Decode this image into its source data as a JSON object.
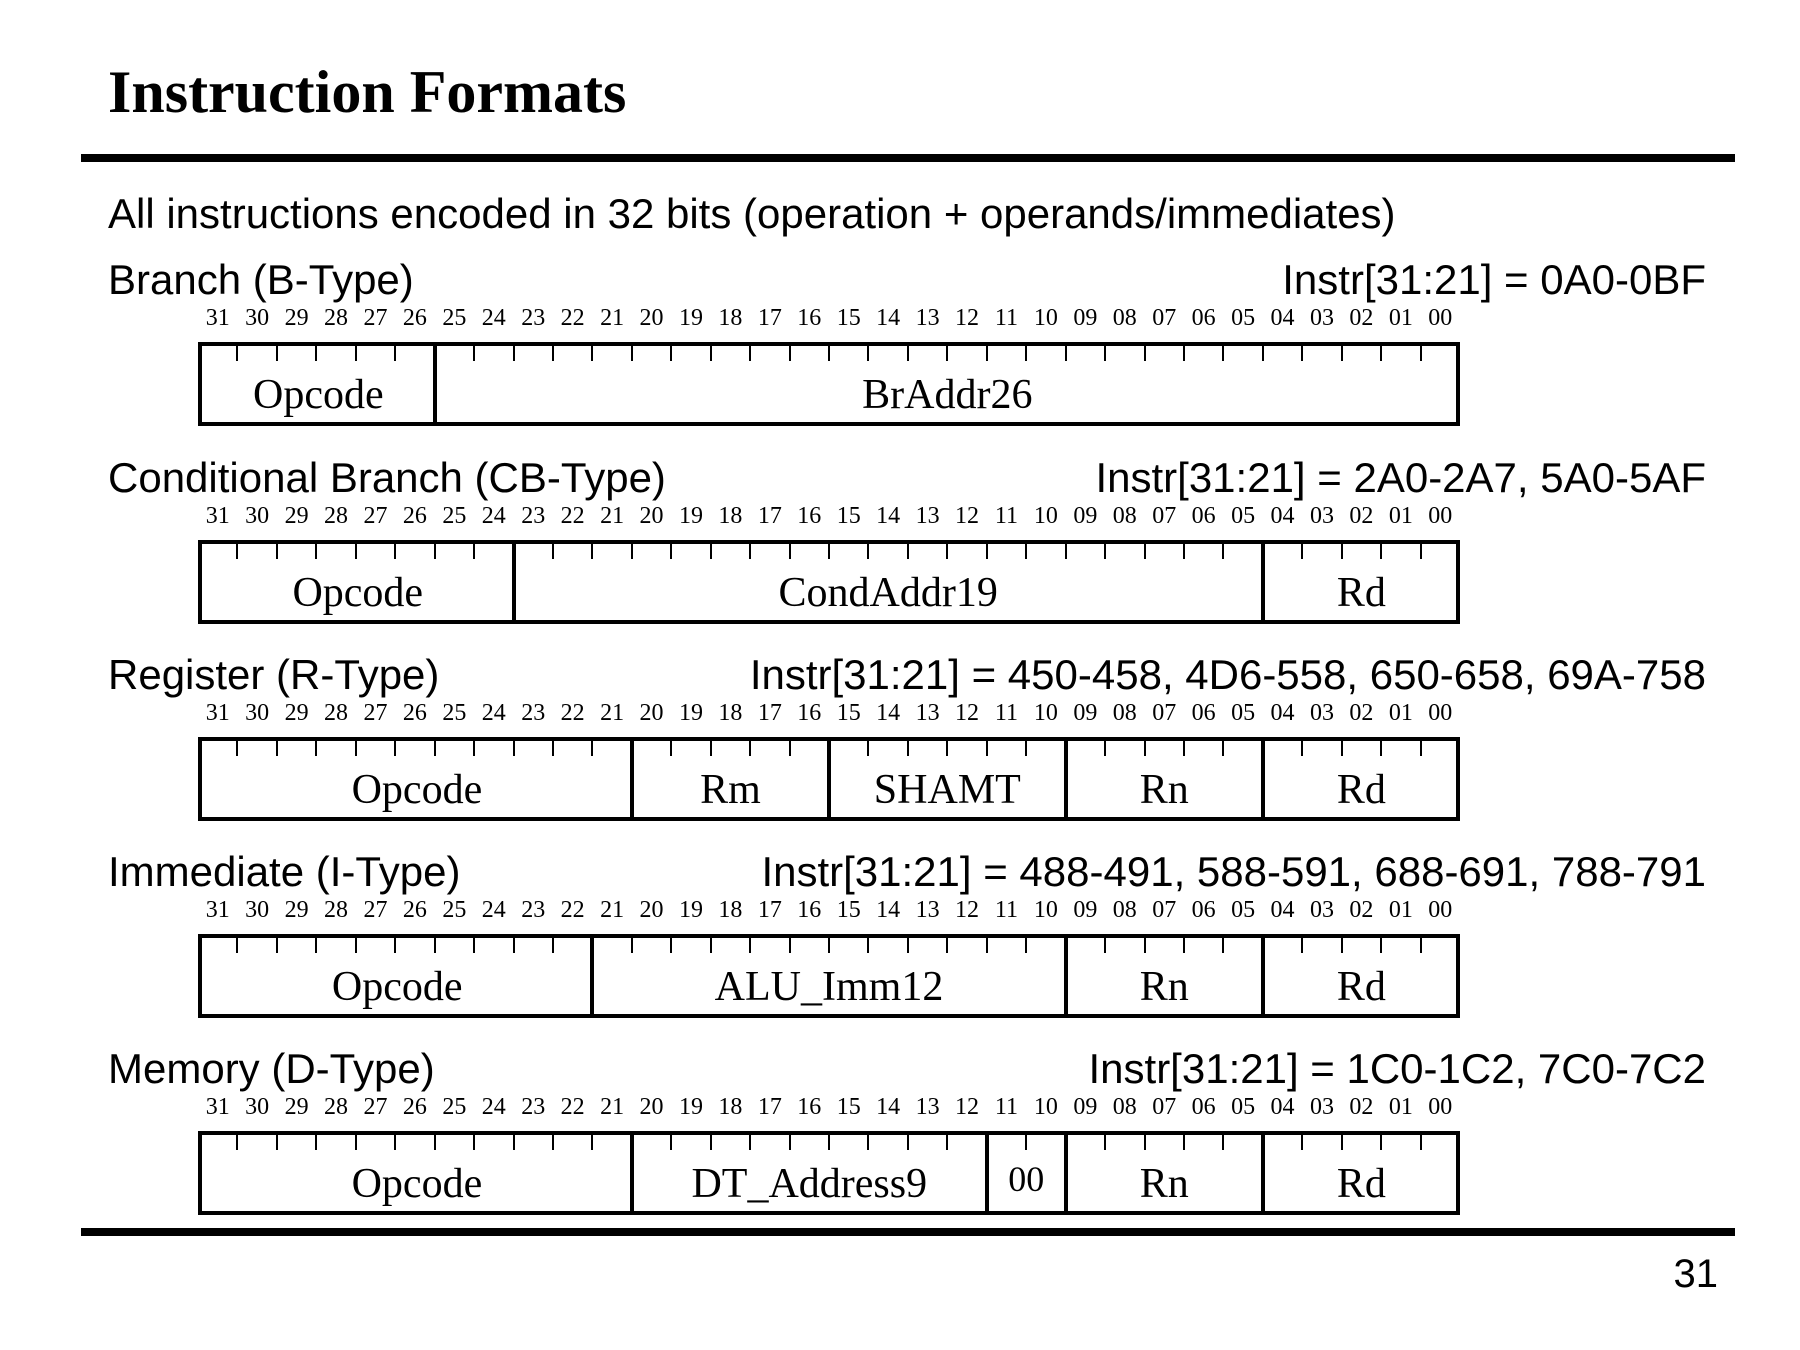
{
  "slide": {
    "title": "Instruction Formats",
    "intro": "All instructions encoded in 32 bits (operation + operands/immediates)",
    "page_number": "31"
  },
  "bit_labels": [
    "31",
    "30",
    "29",
    "28",
    "27",
    "26",
    "25",
    "24",
    "23",
    "22",
    "21",
    "20",
    "19",
    "18",
    "17",
    "16",
    "15",
    "14",
    "13",
    "12",
    "11",
    "10",
    "09",
    "08",
    "07",
    "06",
    "05",
    "04",
    "03",
    "02",
    "01",
    "00"
  ],
  "formats": [
    {
      "id": "b-type",
      "title": "Branch (B-Type)",
      "range": "Instr[31:21] = 0A0-0BF",
      "fields": [
        {
          "label": "Opcode",
          "hi": 31,
          "lo": 26
        },
        {
          "label": "BrAddr26",
          "hi": 25,
          "lo": 0
        }
      ]
    },
    {
      "id": "cb-type",
      "title": "Conditional Branch (CB-Type)",
      "range": "Instr[31:21] = 2A0-2A7, 5A0-5AF",
      "fields": [
        {
          "label": "Opcode",
          "hi": 31,
          "lo": 24
        },
        {
          "label": "CondAddr19",
          "hi": 23,
          "lo": 5
        },
        {
          "label": "Rd",
          "hi": 4,
          "lo": 0
        }
      ]
    },
    {
      "id": "r-type",
      "title": "Register (R-Type)",
      "range": "Instr[31:21] = 450-458, 4D6-558, 650-658, 69A-758",
      "fields": [
        {
          "label": "Opcode",
          "hi": 31,
          "lo": 21
        },
        {
          "label": "Rm",
          "hi": 20,
          "lo": 16
        },
        {
          "label": "SHAMT",
          "hi": 15,
          "lo": 10
        },
        {
          "label": "Rn",
          "hi": 9,
          "lo": 5
        },
        {
          "label": "Rd",
          "hi": 4,
          "lo": 0
        }
      ]
    },
    {
      "id": "i-type",
      "title": "Immediate (I-Type)",
      "range": "Instr[31:21] = 488-491, 588-591, 688-691, 788-791",
      "fields": [
        {
          "label": "Opcode",
          "hi": 31,
          "lo": 22
        },
        {
          "label": "ALU_Imm12",
          "hi": 21,
          "lo": 10
        },
        {
          "label": "Rn",
          "hi": 9,
          "lo": 5
        },
        {
          "label": "Rd",
          "hi": 4,
          "lo": 0
        }
      ]
    },
    {
      "id": "d-type",
      "title": "Memory (D-Type)",
      "range": "Instr[31:21] = 1C0-1C2, 7C0-7C2",
      "fields": [
        {
          "label": "Opcode",
          "hi": 31,
          "lo": 21
        },
        {
          "label": "DT_Address9",
          "hi": 20,
          "lo": 12
        },
        {
          "label": "00",
          "hi": 11,
          "lo": 10
        },
        {
          "label": "Rn",
          "hi": 9,
          "lo": 5
        },
        {
          "label": "Rd",
          "hi": 4,
          "lo": 0
        }
      ]
    }
  ]
}
